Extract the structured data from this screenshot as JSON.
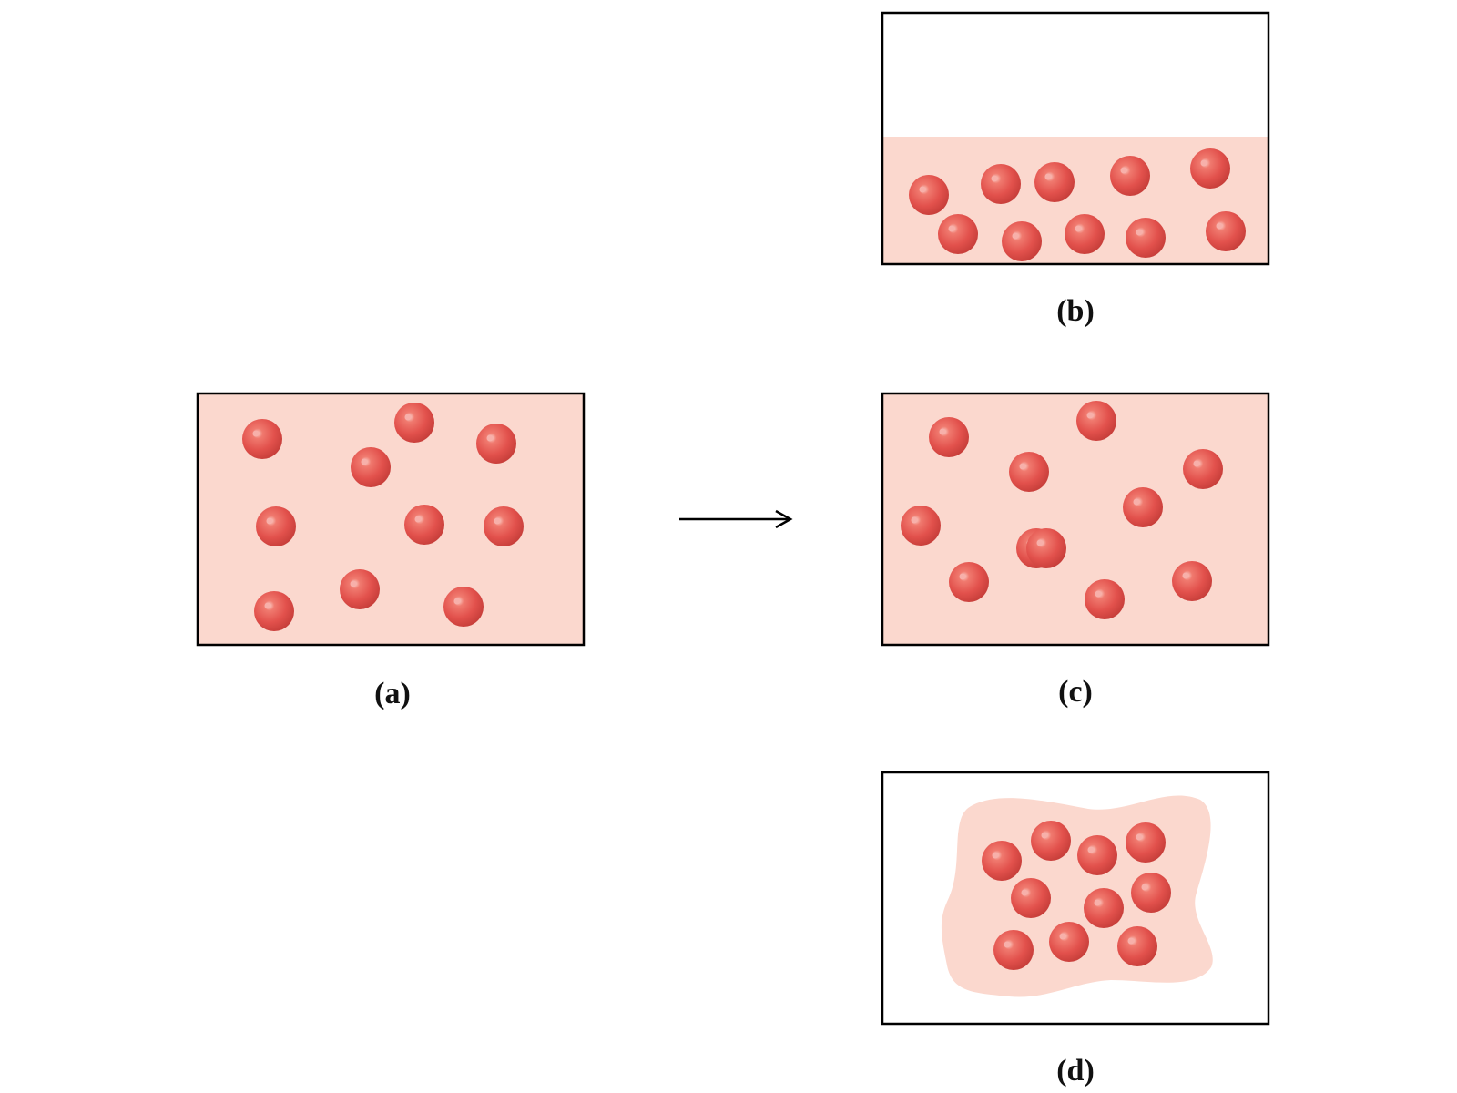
{
  "labels": {
    "a": "(a)",
    "b": "(b)",
    "c": "(c)",
    "d": "(d)"
  },
  "colors": {
    "box_border": "#000000",
    "fill": "#fbd8ce",
    "particle": "#e0504d",
    "particle_dark": "#c23a37",
    "particle_highlight": "#f7b0aa",
    "arrow": "#000000"
  },
  "particle_counts": {
    "a": 10,
    "b": 10,
    "c": 11,
    "d": 10
  }
}
